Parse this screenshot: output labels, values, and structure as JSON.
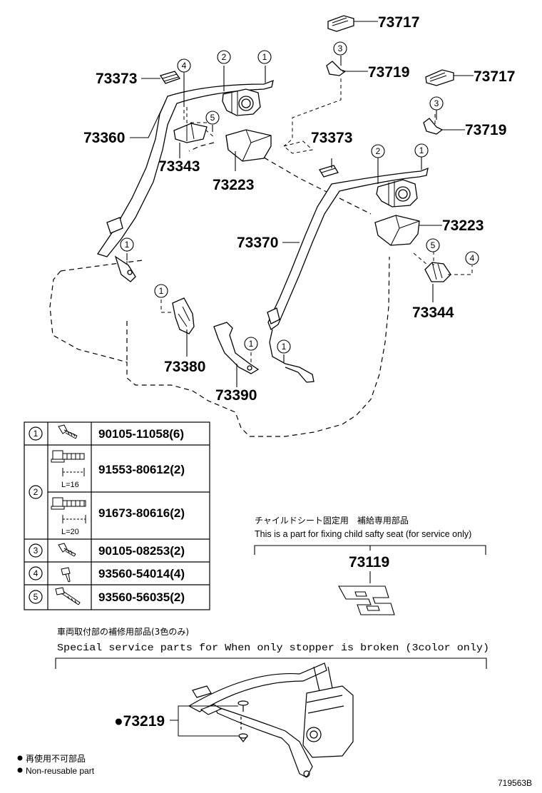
{
  "diagram": {
    "callouts": {
      "p73717a": "73717",
      "p73719a": "73719",
      "p73717b": "73717",
      "p73719b": "73719",
      "p73373a": "73373",
      "p73360": "73360",
      "p73343": "73343",
      "p73223a": "73223",
      "p73373b": "73373",
      "p73370": "73370",
      "p73223b": "73223",
      "p73344": "73344",
      "p73380": "73380",
      "p73390": "73390",
      "p73119": "73119",
      "p73219": "●73219"
    },
    "circle_refs": [
      "1",
      "2",
      "3",
      "4",
      "5"
    ]
  },
  "fastener_table": {
    "rows": [
      {
        "ref": "1",
        "part": "90105-11058(6)",
        "icon": "bolt-icon"
      },
      {
        "ref": "2",
        "part": "91553-80612(2)",
        "length": "L=16",
        "icon": "flange-bolt-icon"
      },
      {
        "ref": "2",
        "part": "91673-80616(2)",
        "length": "L=20",
        "icon": "flange-bolt-icon"
      },
      {
        "ref": "3",
        "part": "90105-08253(2)",
        "icon": "bolt-icon"
      },
      {
        "ref": "4",
        "part": "93560-54014(4)",
        "icon": "screw-icon"
      },
      {
        "ref": "5",
        "part": "93560-56035(2)",
        "icon": "screw-icon"
      }
    ]
  },
  "child_seat_note": {
    "jp": "チャイルドシート固定用　補給専用部品",
    "en": "This is a part for fixing child safty seat (for service only)"
  },
  "special_note": {
    "jp": "車両取付部の補修用部品(3色のみ)",
    "en": "Special  service  parts  for  When  only  stopper  is  broken  (3color  only)"
  },
  "legend": {
    "jp": "再使用不可部品",
    "en": "Non-reusable part"
  },
  "figure_id": "719563B"
}
